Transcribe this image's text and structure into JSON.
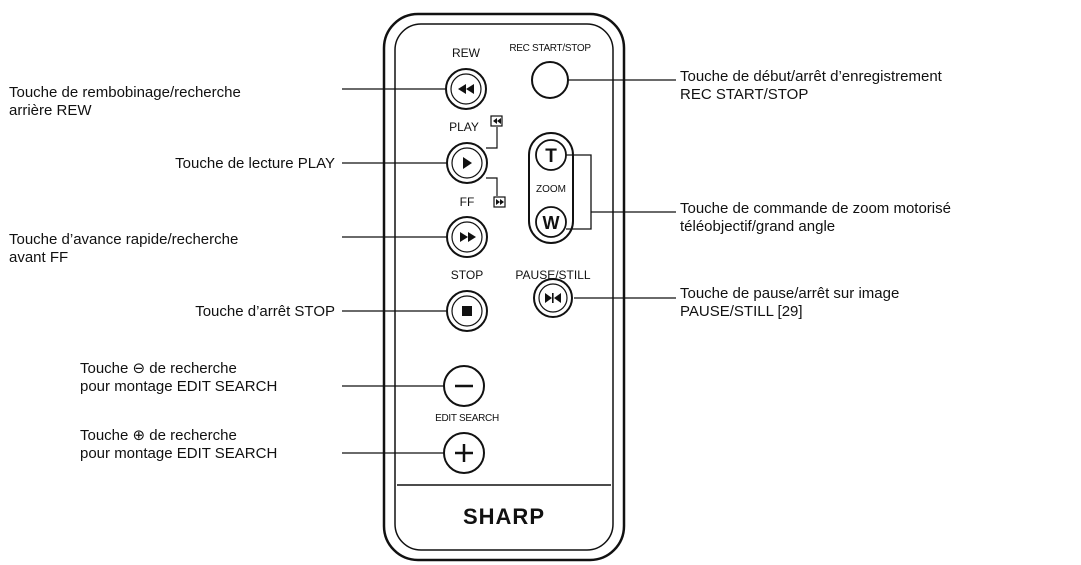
{
  "remote": {
    "button_labels": {
      "rew": "REW",
      "rec": "REC START/STOP",
      "play": "PLAY",
      "ff": "FF",
      "zoom": "ZOOM",
      "zoom_t": "T",
      "zoom_w": "W",
      "stop": "STOP",
      "pause": "PAUSE/STILL",
      "edit_search": "EDIT SEARCH"
    },
    "brand": "SHARP"
  },
  "callouts": {
    "rew": [
      "Touche de rembobinage/recherche",
      "arrière REW"
    ],
    "play": [
      "Touche de lecture PLAY"
    ],
    "ff": [
      "Touche d’avance rapide/recherche",
      "avant FF"
    ],
    "stop": [
      "Touche d’arrêt STOP"
    ],
    "edit_minus": [
      "Touche ⊖ de recherche",
      "pour montage EDIT SEARCH"
    ],
    "edit_plus": [
      "Touche ⊕ de recherche",
      "pour montage EDIT SEARCH"
    ],
    "rec": [
      "Touche de début/arrêt d’enregistrement",
      "REC START/STOP"
    ],
    "zoom": [
      "Touche de commande de zoom motorisé",
      "téléobjectif/grand angle"
    ],
    "pause": [
      "Touche de pause/arrêt sur image",
      "PAUSE/STILL [29]"
    ]
  }
}
